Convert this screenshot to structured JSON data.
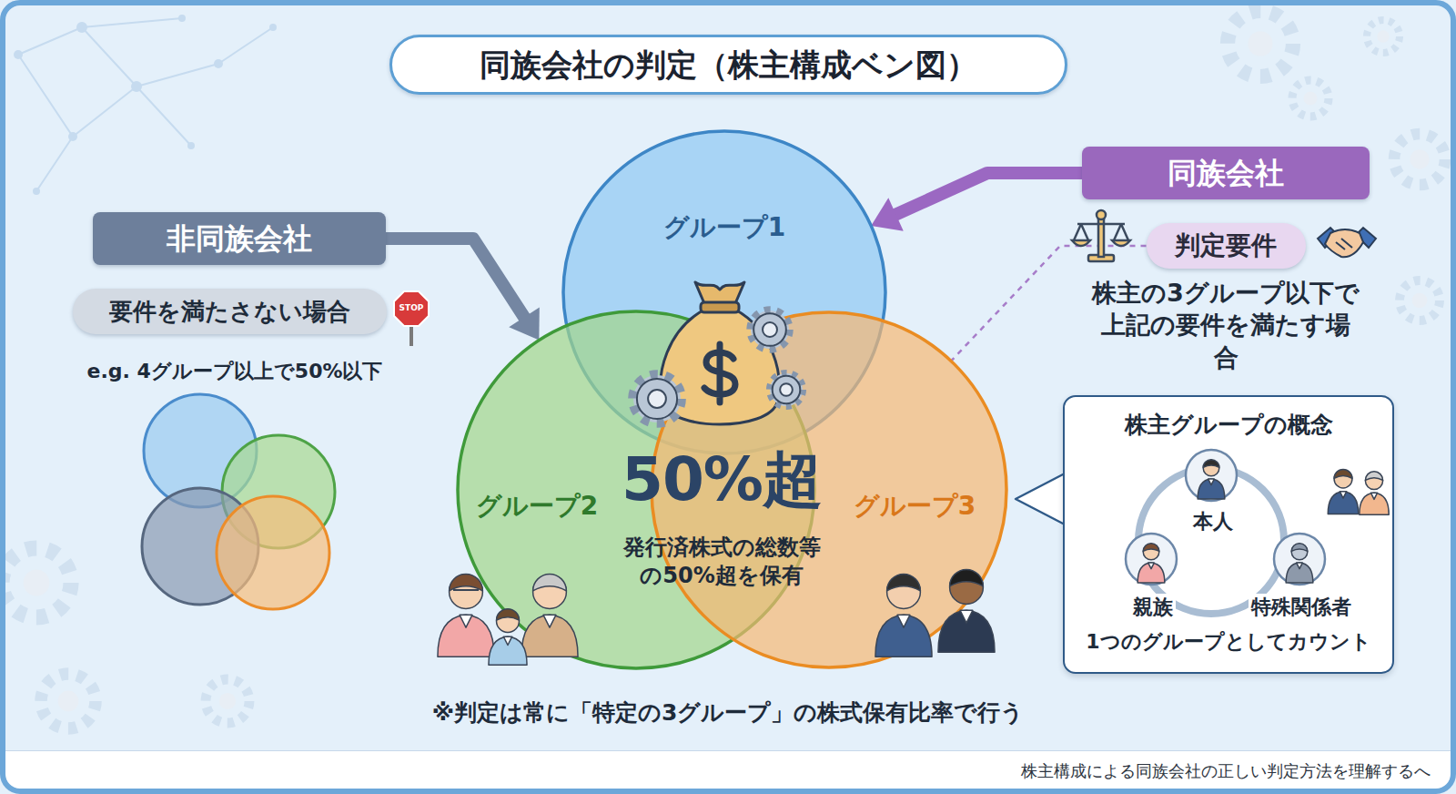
{
  "diagram": {
    "title": "同族会社の判定（株主構成ベン図）",
    "caption": "株主構成による同族会社の正しい判定方法を理解するへ",
    "nodes": [
      {
        "text": [
          "非同族会社"
        ]
      },
      {
        "text": [
          "要件を満たさない場合"
        ]
      },
      {
        "text": [
          "グループ1"
        ]
      },
      {
        "text": [
          "グループ2"
        ]
      },
      {
        "text": [
          "グループ3"
        ]
      },
      {
        "text": [
          "同族会社"
        ]
      },
      {
        "text": [
          "判定要件"
        ]
      },
      {
        "text": [
          "株主グループの概念",
          "1つのグループとしてカウント"
        ]
      },
      {
        "text": [
          "本人"
        ],
        "in": 7
      },
      {
        "text": [
          "親族"
        ],
        "in": 7
      },
      {
        "text": [
          "特殊関係者"
        ],
        "in": 7
      }
    ],
    "edges": [
      {
        "from": 0,
        "to": 3,
        "arrow": "to"
      },
      {
        "from": 5,
        "to": 2,
        "arrow": "to"
      },
      {
        "from": 6,
        "to": 4,
        "arrow": "none"
      }
    ],
    "labels": [
      "STOP",
      "e.g. 4グループ以上で50%以下",
      "50%超",
      "発行済株式の総数等 の50%超を保有",
      "株主の3グループ以下で 上記の要件を満たす場合",
      "※判定は常に「特定の3グループ」の株式保有比率で行う"
    ]
  }
}
